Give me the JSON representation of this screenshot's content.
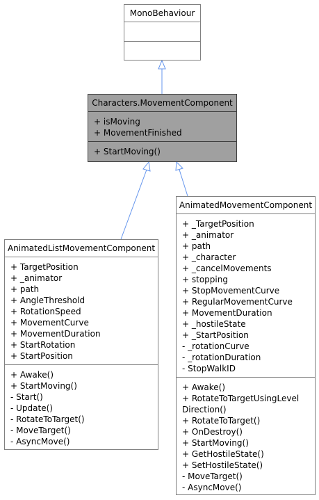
{
  "classes": {
    "mono": {
      "name": "MonoBehaviour",
      "attributes": [],
      "operations": []
    },
    "movement": {
      "name": "Characters.MovementComponent",
      "attributes": [
        "+ isMoving",
        "+ MovementFinished"
      ],
      "operations": [
        "+ StartMoving()"
      ]
    },
    "animatedList": {
      "name": "AnimatedListMovementComponent",
      "attributes": [
        "+ TargetPosition",
        "+ _animator",
        "+ path",
        "+ AngleThreshold",
        "+ RotationSpeed",
        "+ MovementCurve",
        "+ MovementDuration",
        "+ StartRotation",
        "+ StartPosition"
      ],
      "operations": [
        "+ Awake()",
        "+ StartMoving()",
        "- Start()",
        "- Update()",
        "- RotateToTarget()",
        "- MoveTarget()",
        "- AsyncMove()"
      ]
    },
    "animated": {
      "name": "AnimatedMovementComponent",
      "attributes": [
        "+ _TargetPosition",
        "+ _animator",
        "+ path",
        "+ _character",
        "+ _cancelMovements",
        "+ stopping",
        "+ StopMovementCurve",
        "+ RegularMovementCurve",
        "+ MovementDuration",
        "+ _hostileState",
        "+ _StartPosition",
        "- _rotationCurve",
        "- _rotationDuration",
        "- StopWalkID"
      ],
      "operations": [
        "+ Awake()",
        "+ RotateToTargetUsingLevel",
        "Direction()",
        "+ RotateToTarget()",
        "+ OnDestroy()",
        "+ StartMoving()",
        "+ GetHostileState()",
        "+ SetHostileState()",
        "- MoveTarget()",
        "- AsyncMove()"
      ]
    }
  },
  "colors": {
    "edge": "#6495ed",
    "border": "#808080",
    "focus_fill": "#a0a0a0"
  }
}
